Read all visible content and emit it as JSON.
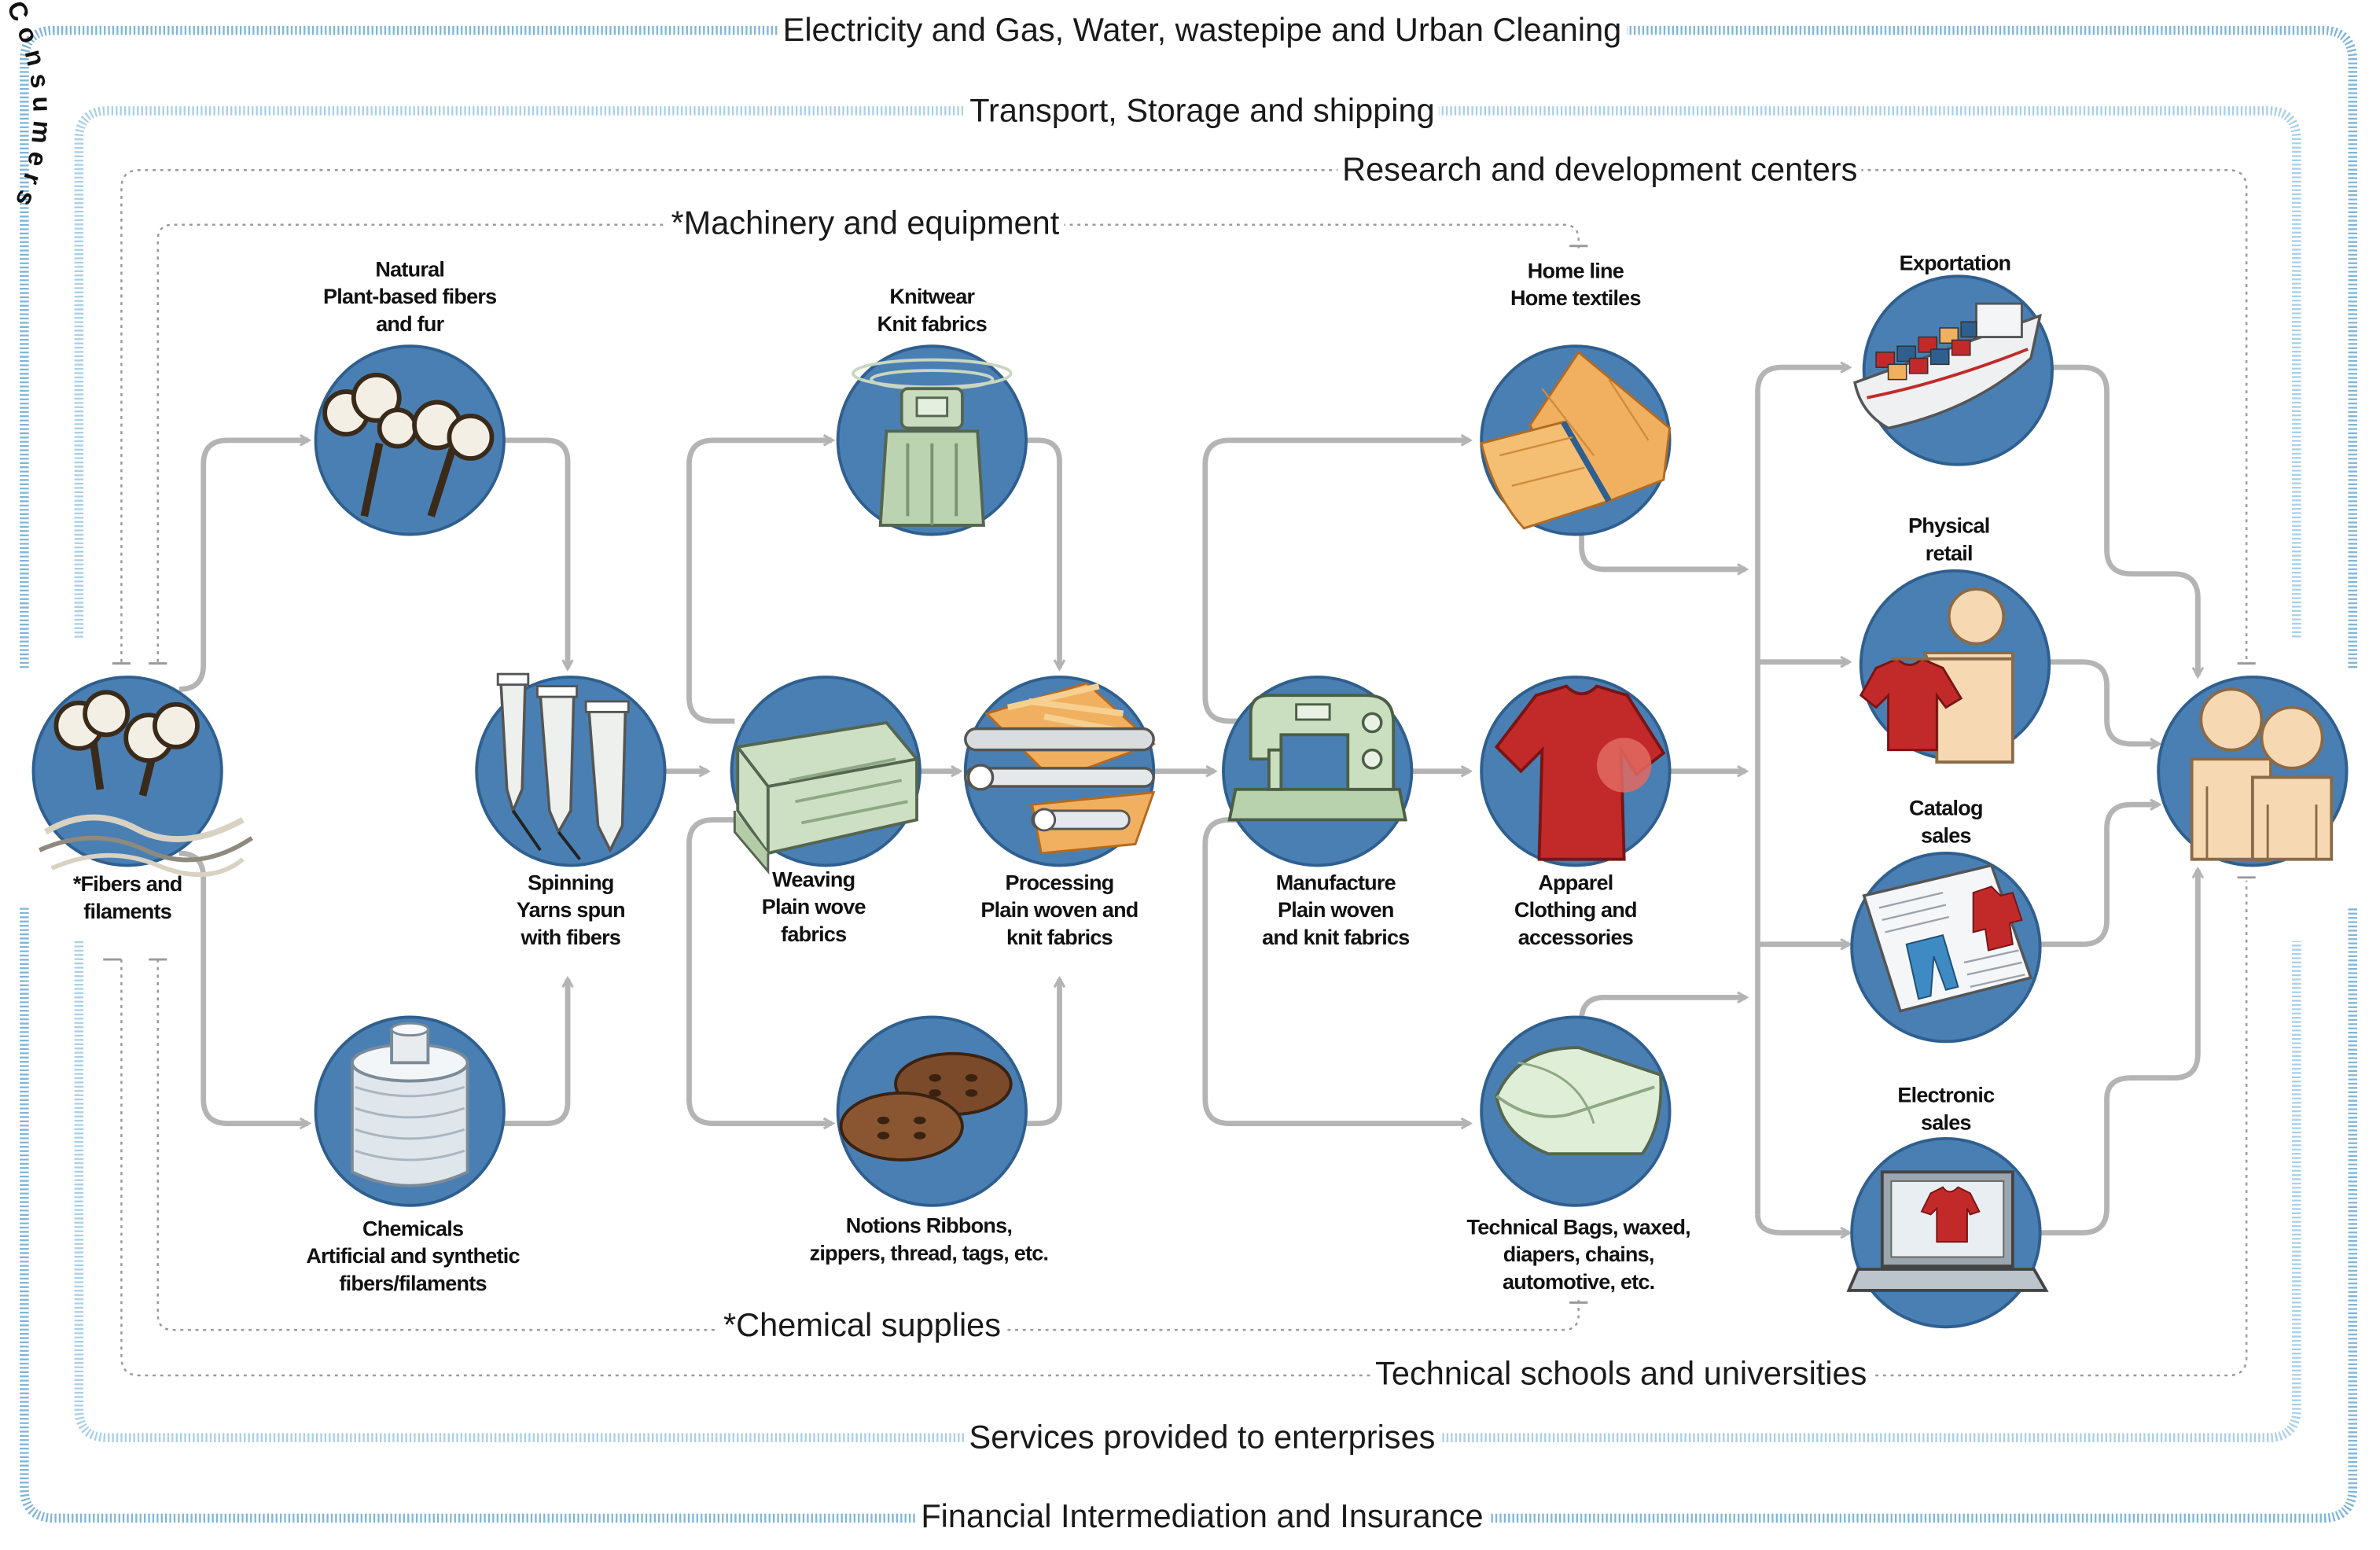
{
  "frames": {
    "utilities": "Electricity and Gas, Water, wastepipe and Urban Cleaning",
    "transport": "Transport, Storage and shipping",
    "research": "Research and development centers",
    "machinery": "*Machinery and equipment",
    "chemical_supplies": "*Chemical supplies",
    "schools": "Technical schools and universities",
    "services": "Services provided to enterprises",
    "financial": "Financial Intermediation and Insurance"
  },
  "nodes": {
    "fibers": [
      "*Fibers and",
      "filaments"
    ],
    "natural": [
      "Natural",
      "Plant-based fibers",
      "and fur"
    ],
    "chemicals": [
      "Chemicals",
      "Artificial and synthetic",
      "fibers/filaments"
    ],
    "spinning": [
      "Spinning",
      "Yarns spun",
      "with fibers"
    ],
    "knitwear": [
      "Knitwear",
      "Knit fabrics"
    ],
    "weaving": [
      "Weaving",
      "Plain wove",
      "fabrics"
    ],
    "notions": [
      "Notions Ribbons,",
      "zippers, thread, tags, etc."
    ],
    "processing": [
      "Processing",
      "Plain woven and",
      "knit fabrics"
    ],
    "manufacture": [
      "Manufacture",
      "Plain woven",
      "and knit fabrics"
    ],
    "home": [
      "Home line",
      "Home textiles"
    ],
    "apparel": [
      "Apparel",
      "Clothing and",
      "accessories"
    ],
    "technical": [
      "Technical Bags, waxed,",
      "diapers, chains,",
      "automotive, etc."
    ],
    "exportation": [
      "Exportation"
    ],
    "physical_retail": [
      "Physical",
      "retail"
    ],
    "catalog_sales": [
      "Catalog",
      "sales"
    ],
    "electronic_sales": [
      "Electronic",
      "sales"
    ],
    "consumers": "Consumers"
  },
  "colors": {
    "circle": "#4a7fb3",
    "circle_dark": "#2f5f8f",
    "arrow": "#b4b4b4",
    "frame_blue": "#7fb6d8",
    "frame_dotted": "#9a9a9a"
  }
}
